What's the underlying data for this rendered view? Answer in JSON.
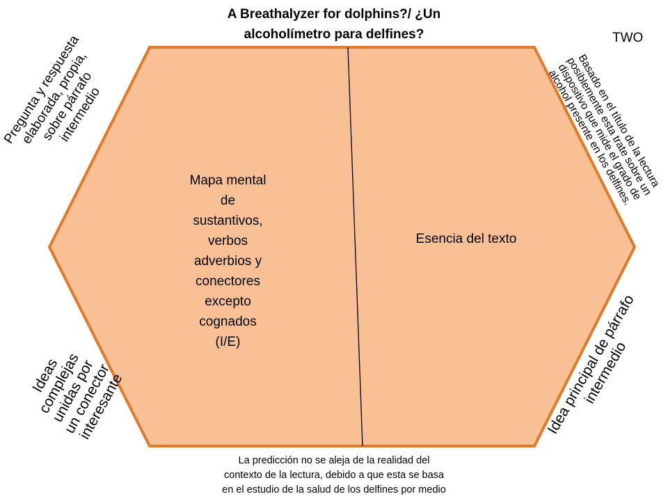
{
  "title": {
    "line1": "A Breathalyzer for dolphins?/ ¿Un",
    "line2": "alcoholímetro para  delfines?"
  },
  "corner_label": "TWO",
  "hexagon": {
    "fill": "#f8c094",
    "stroke": "#e07a2a",
    "left_text": [
      "Mapa mental",
      "de",
      "sustantivos,",
      "verbos",
      "adverbios y",
      "conectores",
      "excepto",
      "cognados",
      "(I/E)"
    ],
    "right_text": "Esencia del texto"
  },
  "side_labels": {
    "top_left": [
      "Pregunta y respuesta",
      "elaborada, propia,",
      "sobre párrafo",
      "intermedio"
    ],
    "bottom_left": [
      "Ideas",
      "complejas",
      "unidas por",
      "un conector",
      "interesante"
    ],
    "top_right": [
      "Basado en el título de la lectura",
      "posiblemente esta trate sobre un",
      "dispositivo que mide el grado de",
      "alcohol presente en los delfines."
    ],
    "bottom_right": [
      "Idea principal de párrafo",
      "intermedio"
    ]
  },
  "bottom_note": [
    "La predicción no se aleja de la realidad del",
    "contexto de la lectura, debido a que esta se basa",
    "en el estudio de la salud de los delfines por medio"
  ]
}
